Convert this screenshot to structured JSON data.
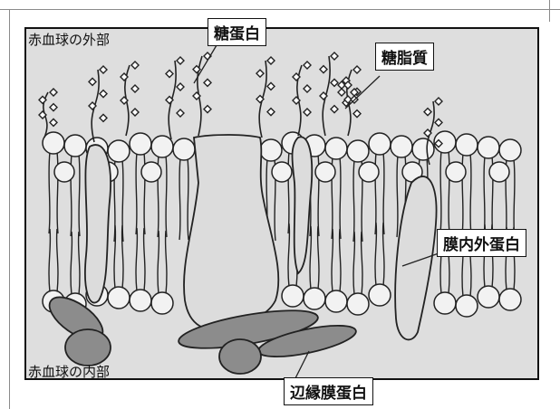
{
  "captions": {
    "outside": "赤血球の外部",
    "inside": "赤血球の内部"
  },
  "labels": {
    "glycoprotein": "糖蛋白",
    "glycolipid": "糖脂質",
    "transmembrane_protein": "膜内外蛋白",
    "peripheral_protein": "辺縁膜蛋白"
  }
}
